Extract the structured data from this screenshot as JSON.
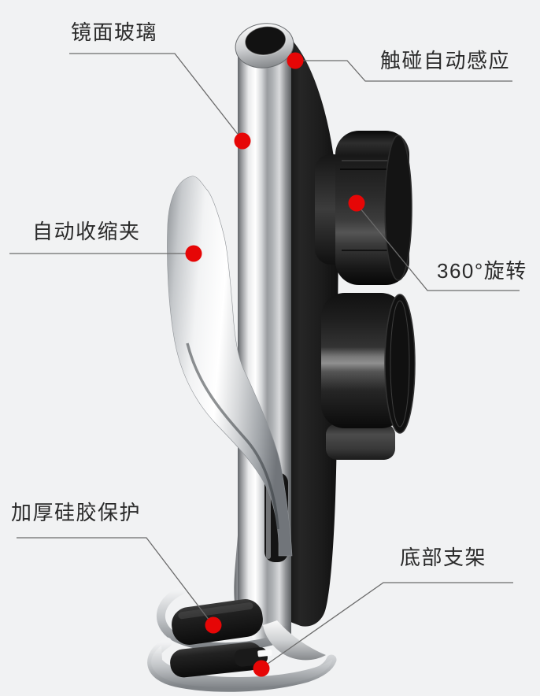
{
  "page": {
    "background_color": "#f1f2f3",
    "text_color": "#2a2a2a",
    "leader_line_color": "#6b6b6b",
    "marker_color": "#e60606"
  },
  "annotations": {
    "mirror_glass": {
      "label": "镜面玻璃"
    },
    "touch_sensor": {
      "label": "触碰自动感应"
    },
    "auto_clamp": {
      "label": "自动收缩夹"
    },
    "rotation": {
      "label": "360°旋转"
    },
    "silicone_protection": {
      "label": "加厚硅胶保护"
    },
    "bottom_bracket": {
      "label": "底部支架"
    }
  }
}
